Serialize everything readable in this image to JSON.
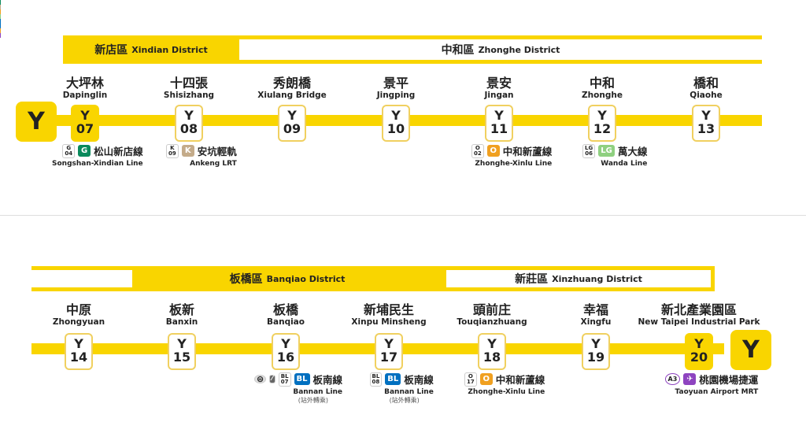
{
  "line": {
    "letter": "Y",
    "color": "#f9d500"
  },
  "top": {
    "districts": [
      {
        "cn": "新店區",
        "en": "Xindian District"
      },
      {
        "cn": "中和區",
        "en": "Zhonghe District"
      }
    ],
    "stations": [
      {
        "cn": "大坪林",
        "en": "Dapinglin",
        "code": "07",
        "terminal": true,
        "transfer": {
          "code": "G\n04",
          "badge": "G",
          "color": "#0a8a5c",
          "cn": "松山新店線",
          "en": "Songshan-Xindian Line"
        }
      },
      {
        "cn": "十四張",
        "en": "Shisizhang",
        "code": "08",
        "transfer": {
          "code": "K\n09",
          "badge": "K",
          "color": "#c4ab8a",
          "cn": "安坑輕軌",
          "en": "Ankeng LRT"
        }
      },
      {
        "cn": "秀朗橋",
        "en": "Xiulang Bridge",
        "code": "09"
      },
      {
        "cn": "景平",
        "en": "Jingping",
        "code": "10"
      },
      {
        "cn": "景安",
        "en": "Jingan",
        "code": "11",
        "transfer": {
          "code": "O\n02",
          "badge": "O",
          "color": "#f0a020",
          "cn": "中和新蘆線",
          "en": "Zhonghe-Xinlu Line"
        }
      },
      {
        "cn": "中和",
        "en": "Zhonghe",
        "code": "12",
        "transfer": {
          "code": "LG\n06",
          "badge": "LG",
          "color": "#8fd080",
          "cn": "萬大線",
          "en": "Wanda Line"
        }
      },
      {
        "cn": "橋和",
        "en": "Qiaohe",
        "code": "13"
      }
    ]
  },
  "bottom": {
    "districts": [
      {
        "cn": "板橋區",
        "en": "Banqiao District"
      },
      {
        "cn": "新莊區",
        "en": "Xinzhuang District"
      }
    ],
    "stations": [
      {
        "cn": "中原",
        "en": "Zhongyuan",
        "code": "14"
      },
      {
        "cn": "板新",
        "en": "Banxin",
        "code": "15"
      },
      {
        "cn": "板橋",
        "en": "Banqiao",
        "code": "16",
        "transfer": {
          "code": "BL\n07",
          "badge": "BL",
          "color": "#0070c0",
          "cn": "板南線",
          "en": "Bannan Line",
          "note": "(站外轉乘)",
          "extra": true
        }
      },
      {
        "cn": "新埔民生",
        "en": "Xinpu Minsheng",
        "code": "17",
        "transfer": {
          "code": "BL\n08",
          "badge": "BL",
          "color": "#0070c0",
          "cn": "板南線",
          "en": "Bannan Line",
          "note": "(站外轉乘)"
        }
      },
      {
        "cn": "頭前庄",
        "en": "Touqianzhuang",
        "code": "18",
        "transfer": {
          "code": "O\n17",
          "badge": "O",
          "color": "#f0a020",
          "cn": "中和新蘆線",
          "en": "Zhonghe-Xinlu Line"
        }
      },
      {
        "cn": "幸福",
        "en": "Xingfu",
        "code": "19"
      },
      {
        "cn": "新北產業園區",
        "en": "New Taipei Industrial Park",
        "code": "20",
        "terminal": true,
        "transfer": {
          "code": "A3",
          "badge": "✈",
          "color": "#8e44c0",
          "cn": "桃園機場捷運",
          "en": "Taoyuan Airport MRT"
        }
      }
    ]
  }
}
